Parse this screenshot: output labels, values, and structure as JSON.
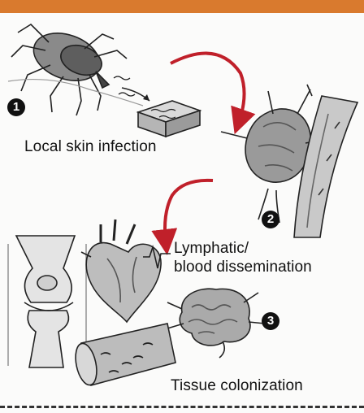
{
  "header": {
    "bar_color": "#d97a2e"
  },
  "steps": [
    {
      "number": "1",
      "label": "Local skin infection"
    },
    {
      "number": "2",
      "label_lines": [
        "Lymphatic/",
        "blood dissemination"
      ]
    },
    {
      "number": "3",
      "label": "Tissue colonization"
    }
  ],
  "colors": {
    "arrow": "#c0202a",
    "ink": "#222222",
    "accent": "#d97a2e"
  },
  "icons": [
    "tick-icon",
    "skin-block-icon",
    "lymph-node-icon",
    "blood-vessel-icon",
    "heart-icon",
    "heartbeat-line-icon",
    "knee-joint-icon",
    "brain-icon",
    "tissue-tube-icon"
  ]
}
